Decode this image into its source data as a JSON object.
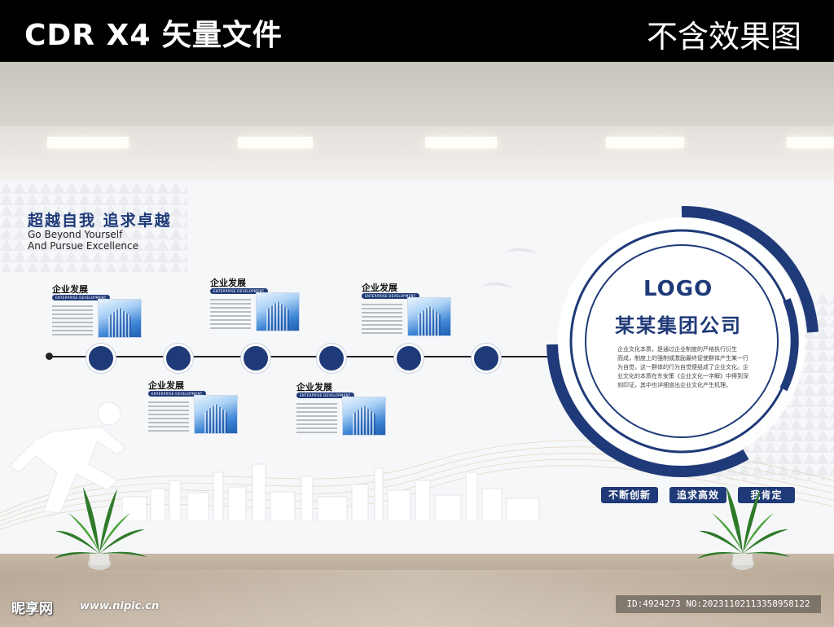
{
  "banner": {
    "left_text": "CDR X4 矢量文件",
    "right_text": "不含效果图"
  },
  "wall": {
    "slogan_cn": "超越自我  追求卓越",
    "slogan_en_line1": "Go Beyond Yourself",
    "slogan_en_line2": "And Pursue Excellence",
    "card_title": "企业发展",
    "card_tag": "ENTERPRISE DEVELOPMENT",
    "logo": "LOGO",
    "company_name": "某某集团公司",
    "intro_lines": [
      "企业文化本质，是通过企业制度的严格执行衍生",
      "而成，制度上的强制或激励最终促使群体产生某一行",
      "为自觉，这一群体的行为自觉便组成了企业文化。企",
      "业文化的本质在东安策《企业文化一字解》中得到深",
      "刻印证，其中也详细道出企业文化产生机理。"
    ],
    "values": [
      "不断创新",
      "追求高效",
      "我肯定"
    ]
  },
  "watermark": {
    "site_name": "昵享网",
    "url": "www.nipic.cn",
    "id_text": "ID:4924273 NO:20231102113358958122"
  },
  "colors": {
    "brand_navy": "#1f3a78",
    "banner_bg": "#000000",
    "wall_bg": "#f6f7f9"
  }
}
